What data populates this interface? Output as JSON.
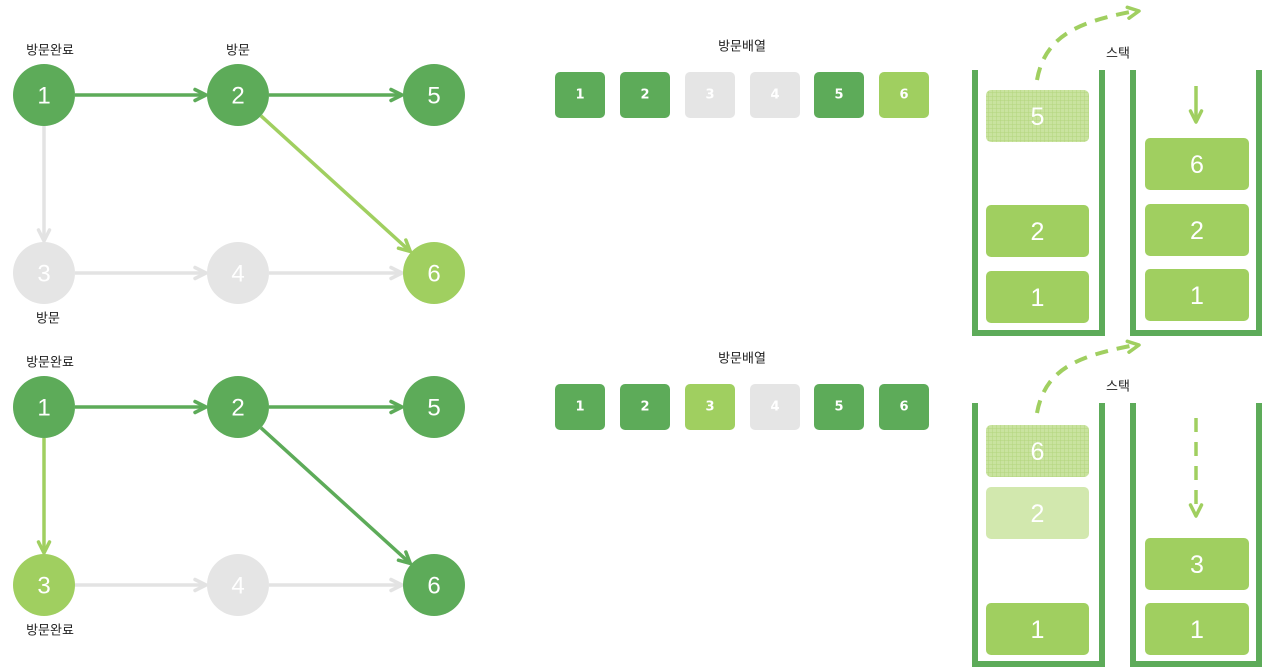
{
  "colors": {
    "dark": "#5dab59",
    "light": "#a0cf60",
    "gray": "#e5e5e5",
    "pale": "#d2e8ae",
    "edge_gray": "#e3e3e3",
    "wall": "#5dab59"
  },
  "panels": [
    {
      "graph": {
        "nodes": [
          {
            "id": "1",
            "label": "1",
            "state": "dark"
          },
          {
            "id": "2",
            "label": "2",
            "state": "dark"
          },
          {
            "id": "5",
            "label": "5",
            "state": "dark"
          },
          {
            "id": "3",
            "label": "3",
            "state": "gray"
          },
          {
            "id": "4",
            "label": "4",
            "state": "gray"
          },
          {
            "id": "6",
            "label": "6",
            "state": "light"
          }
        ],
        "edges": [
          {
            "from": "1",
            "to": "2",
            "state": "dark"
          },
          {
            "from": "2",
            "to": "5",
            "state": "dark"
          },
          {
            "from": "2",
            "to": "6",
            "state": "light"
          },
          {
            "from": "1",
            "to": "3",
            "state": "gray"
          },
          {
            "from": "3",
            "to": "4",
            "state": "gray"
          },
          {
            "from": "4",
            "to": "6",
            "state": "gray"
          }
        ],
        "annotations": [
          {
            "node": "1",
            "text": "방문완료",
            "where": "above"
          },
          {
            "node": "2",
            "text": "방문",
            "where": "above"
          },
          {
            "node": "3",
            "text": "방문",
            "where": "below"
          }
        ]
      },
      "array": {
        "title": "방문배열",
        "cells": [
          {
            "label": "1",
            "state": "dark"
          },
          {
            "label": "2",
            "state": "dark"
          },
          {
            "label": "3",
            "state": "gray"
          },
          {
            "label": "4",
            "state": "gray"
          },
          {
            "label": "5",
            "state": "dark"
          },
          {
            "label": "6",
            "state": "light"
          }
        ]
      },
      "stack": {
        "title": "스택",
        "left": [
          {
            "label": "5",
            "style": "popped"
          },
          {
            "label": "2",
            "style": "light"
          },
          {
            "label": "1",
            "style": "light"
          }
        ],
        "right": [
          {
            "label": "6",
            "style": "light"
          },
          {
            "label": "2",
            "style": "light"
          },
          {
            "label": "1",
            "style": "light"
          }
        ],
        "left_gap_slots": 0,
        "push_arrow": "solid"
      }
    },
    {
      "graph": {
        "nodes": [
          {
            "id": "1",
            "label": "1",
            "state": "dark"
          },
          {
            "id": "2",
            "label": "2",
            "state": "dark"
          },
          {
            "id": "5",
            "label": "5",
            "state": "dark"
          },
          {
            "id": "3",
            "label": "3",
            "state": "light"
          },
          {
            "id": "4",
            "label": "4",
            "state": "gray"
          },
          {
            "id": "6",
            "label": "6",
            "state": "dark"
          }
        ],
        "edges": [
          {
            "from": "1",
            "to": "2",
            "state": "dark"
          },
          {
            "from": "2",
            "to": "5",
            "state": "dark"
          },
          {
            "from": "2",
            "to": "6",
            "state": "dark"
          },
          {
            "from": "1",
            "to": "3",
            "state": "light"
          },
          {
            "from": "3",
            "to": "4",
            "state": "gray"
          },
          {
            "from": "4",
            "to": "6",
            "state": "gray"
          }
        ],
        "annotations": [
          {
            "node": "1",
            "text": "방문완료",
            "where": "above"
          },
          {
            "node": "3",
            "text": "방문완료",
            "where": "below"
          }
        ]
      },
      "array": {
        "title": "방문배열",
        "cells": [
          {
            "label": "1",
            "state": "dark"
          },
          {
            "label": "2",
            "state": "dark"
          },
          {
            "label": "3",
            "state": "light"
          },
          {
            "label": "4",
            "state": "gray"
          },
          {
            "label": "5",
            "state": "dark"
          },
          {
            "label": "6",
            "state": "dark"
          }
        ]
      },
      "stack": {
        "title": "스택",
        "left": [
          {
            "label": "6",
            "style": "popped"
          },
          {
            "label": "2",
            "style": "pale"
          },
          {
            "label": "1",
            "style": "light"
          }
        ],
        "right": [
          {
            "label": "3",
            "style": "light"
          },
          {
            "label": "1",
            "style": "light"
          }
        ],
        "push_arrow": "dashed"
      }
    }
  ]
}
